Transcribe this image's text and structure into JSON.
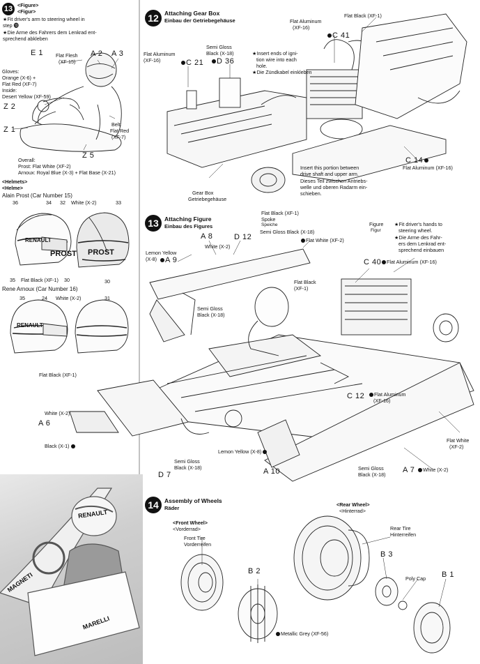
{
  "left_top": {
    "step_number": "13",
    "title_en": "<Figure>",
    "title_de": "<Figur>",
    "note_en_1": "★Fit driver's arm to steering wheel in",
    "note_en_2": "step ⓭",
    "note_de_1": "★Die Arme des Fahrers dem Lenkrad ent-",
    "note_de_2": "sprechend abkleben",
    "labels": {
      "e1": "E 1",
      "a2": "A 2",
      "a3": "A 3",
      "flat_flesh": "Flat Flesh",
      "flat_flesh_code": "(XF-15)",
      "gloves_1": "Gloves:",
      "gloves_2": "Orange (X-6) +",
      "gloves_3": "Flat Red (XF-7)",
      "gloves_4": "Inside:",
      "gloves_5": "Desert Yellow (XF-59)",
      "z2": "Z 2",
      "z1": "Z 1",
      "z5": "Z 5",
      "belt_1": "Belt:",
      "belt_2": "Flat Red",
      "belt_3": "(XF-7)",
      "overall_1": "Overall:",
      "overall_2": "Prost: Flat White (XF-2)",
      "overall_3": "Arnoux: Royal Blue (X-3) + Flat Base (X-21)"
    }
  },
  "helmets": {
    "title_en": "<Helmets>",
    "title_de": "<Helme>",
    "prost_title": "Alain Prost (Car Number 15)",
    "arnoux_title": "Rene Arnoux (Car Number 16)",
    "n36": "36",
    "n34": "34",
    "n32": "32",
    "n33": "33",
    "n30": "30",
    "n35": "35",
    "n24": "24",
    "n31": "31",
    "white": "White (X-2)",
    "flat_black_1": "Flat Black (XF-1)",
    "flat_black_2": "Flat Black (XF-1)",
    "prost_word": "PROST",
    "renault_word": "RENAULT"
  },
  "step12": {
    "number": "12",
    "title_en": "Attaching Gear Box",
    "title_de": "Einbau der Getriebegehäuse",
    "flat_aluminum_1": "Flat Aluminum",
    "flat_aluminum_1_code": "(XF-16)",
    "c21": "C 21",
    "semi_gloss_1": "Semi Gloss",
    "semi_gloss_2": "Black (X-18)",
    "d36": "D 36",
    "insert_1": "★Insert ends of igni-",
    "insert_2": "tion wire into each",
    "insert_3": "hole.",
    "insert_de": "★Die Zündkabel einkleben",
    "flat_aluminum_2": "Flat Aluminum",
    "flat_aluminum_2_code": "(XF-16)",
    "c41": "C 41",
    "flat_black": "Flat Black (XF-1)",
    "gear_box": "Gear Box",
    "gear_box_de": "Getriebegehäuse",
    "insert_portion_1": "Insert this portion between",
    "insert_portion_2": "drive shaft and upper arm.",
    "insert_portion_3": "Dieses Teil zwischen Antriebs-",
    "insert_portion_4": "welle und oberen Radarm ein-",
    "insert_portion_5": "schieben.",
    "c14": "C 14",
    "flat_aluminum_3": "Flat Aluminum (XF-16)"
  },
  "step13": {
    "number": "13",
    "title_en": "Attaching Figure",
    "title_de": "Einbau des Figures",
    "flat_black_spoke_1": "Flat Black (XF-1)",
    "spoke": "Spoke",
    "spoke_de": "Speiche",
    "semi_gloss_black_1": "Semi Gloss Black (X-18)",
    "a8": "A 8",
    "d12": "D 12",
    "white_x2": "White (X-2)",
    "flat_white": "Flat White (XF-2)",
    "figure": "Figure",
    "figure_de": "Figur",
    "fit_1": "★Fit driver's hands to",
    "fit_2": "steering wheel.",
    "fit_3": "★Die Arme des Fahr-",
    "fit_4": "ers dem Lenkrad ent-",
    "fit_5": "sprechend einbauen",
    "lemon_yellow_1": "Lemon Yellow",
    "lemon_yellow_1_code": "(X-8)",
    "a9": "A 9",
    "c40": "C 40",
    "flat_aluminum_c40": "Flat Aluminum (XF-16)",
    "flat_black_fig": "Flat Black",
    "flat_black_fig_code": "(XF-1)",
    "semi_gloss_2a": "Semi Gloss",
    "semi_gloss_2b": "Black (X-18)",
    "c12": "C 12",
    "flat_aluminum_c12": "Flat Aluminum",
    "flat_aluminum_c12_code": "(XF-16)",
    "white_a6": "White (X-2)",
    "a6": "A 6",
    "black_x1": "Black (X-1)",
    "flat_white_2": "Flat White",
    "flat_white_2_code": "(XF-2)",
    "lemon_yellow_2": "Lemon Yellow (X-8)",
    "semi_gloss_3a": "Semi Gloss",
    "semi_gloss_3b": "Black (X-18)",
    "d7": "D 7",
    "a10": "A 10",
    "semi_gloss_4a": "Semi Gloss",
    "semi_gloss_4b": "Black (X-18)",
    "a7": "A 7",
    "white_a7": "White (X-2)"
  },
  "step14": {
    "number": "14",
    "title_en": "Assembly of Wheels",
    "title_de": "Räder",
    "front_wheel": "<Front Wheel>",
    "front_wheel_de": "<Vorderrad>",
    "front_tire": "Front Tire",
    "front_tire_de": "Vorderreifen",
    "b2": "B 2",
    "metallic_grey": "Metallic Grey (XF-56)",
    "rear_wheel": "<Rear Wheel>",
    "rear_wheel_de": "<Hinterrad>",
    "rear_tire": "Rear Tire",
    "rear_tire_de": "Hinterreifen",
    "b3": "B 3",
    "poly_cap": "Poly Cap",
    "b1": "B 1"
  },
  "photo": {
    "helmet_text": "RENAULT",
    "car_text_1": "MAGNETI",
    "car_text_2": "MARELLI"
  }
}
